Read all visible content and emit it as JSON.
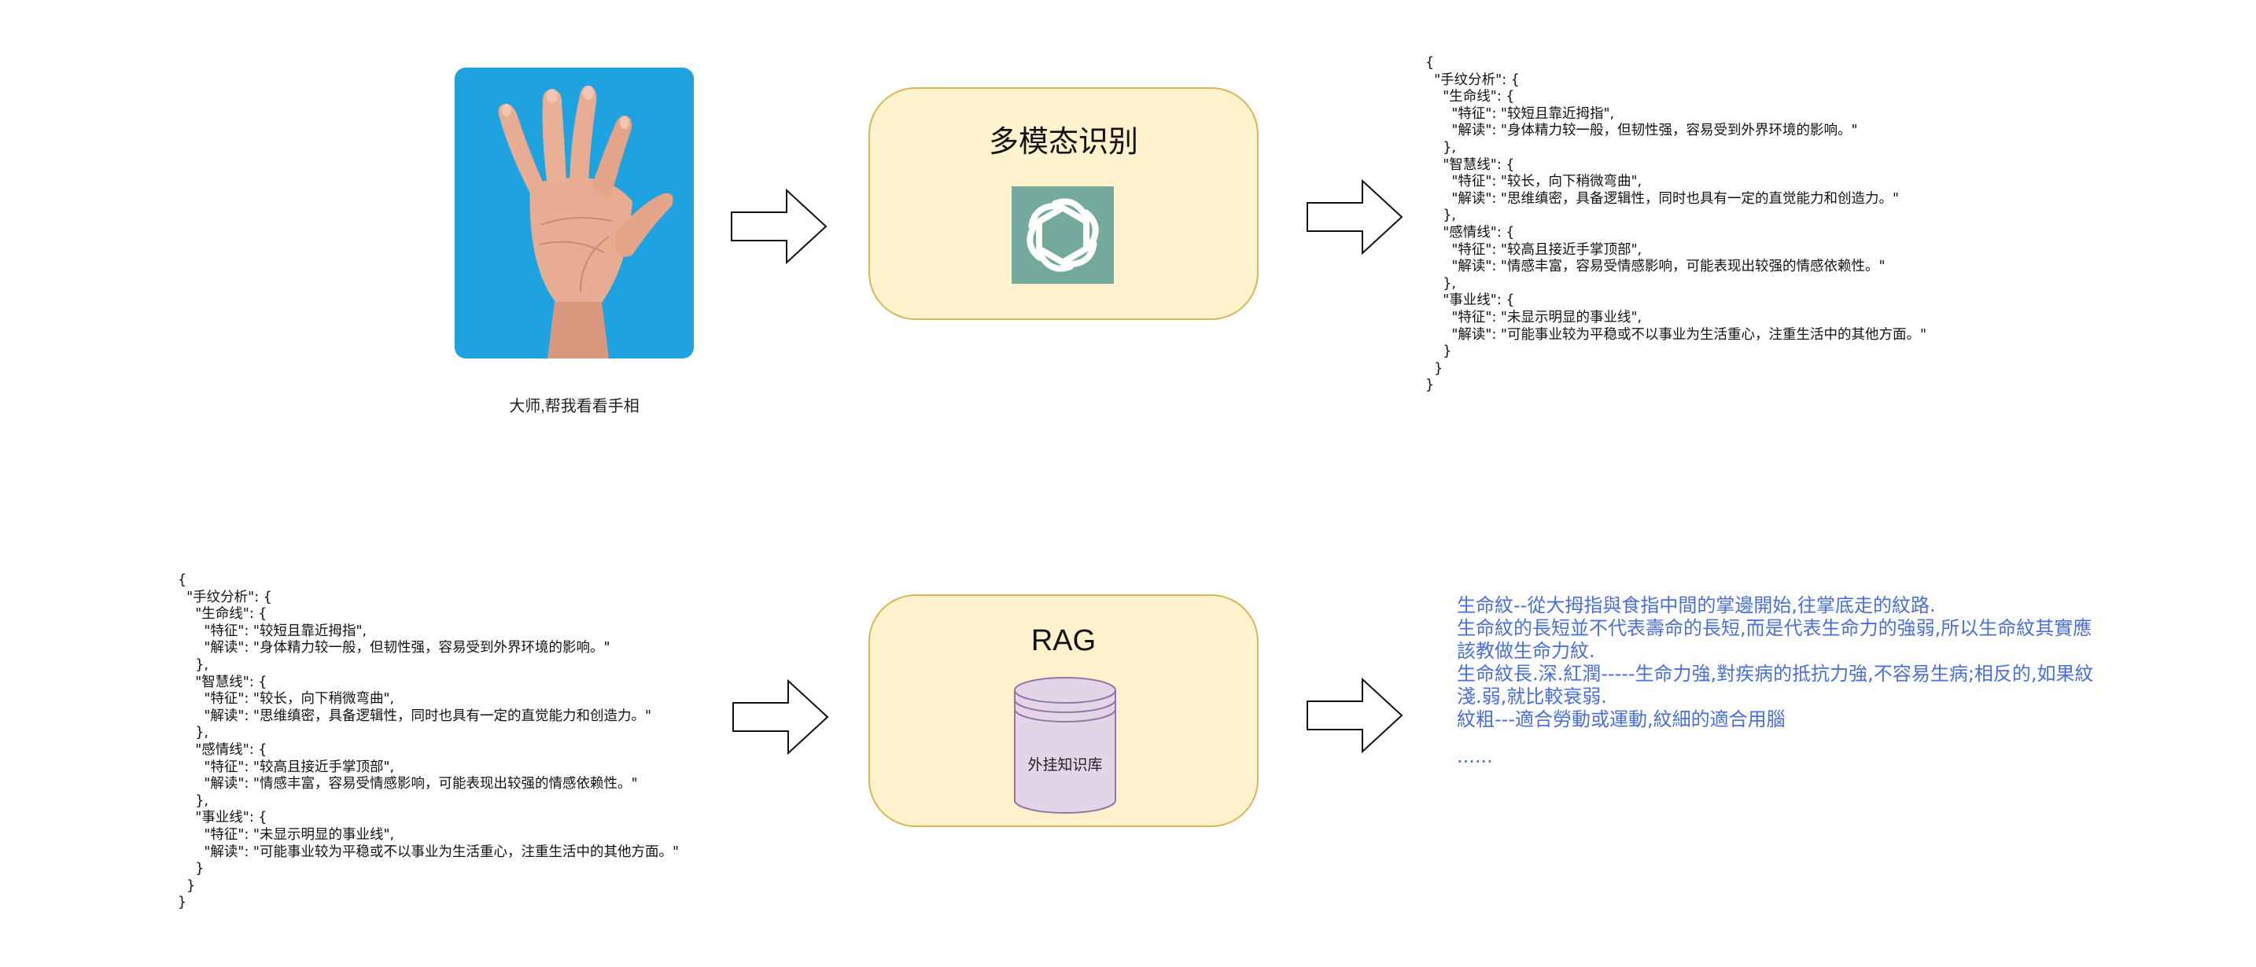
{
  "top_row": {
    "image_caption": "大师,帮我看看手相",
    "box_title": "多模态识别",
    "json_output": "{\n  \"手纹分析\": {\n    \"生命线\": {\n      \"特征\": \"较短且靠近拇指\",\n      \"解读\": \"身体精力较一般，但韧性强，容易受到外界环境的影响。\"\n    },\n    \"智慧线\": {\n      \"特征\": \"较长，向下稍微弯曲\",\n      \"解读\": \"思维缜密，具备逻辑性，同时也具有一定的直觉能力和创造力。\"\n    },\n    \"感情线\": {\n      \"特征\": \"较高且接近手掌顶部\",\n      \"解读\": \"情感丰富，容易受情感影响，可能表现出较强的情感依赖性。\"\n    },\n    \"事业线\": {\n      \"特征\": \"未显示明显的事业线\",\n      \"解读\": \"可能事业较为平稳或不以事业为生活重心，注重生活中的其他方面。\"\n    }\n  }\n}"
  },
  "bottom_row": {
    "json_input": "{\n  \"手纹分析\": {\n    \"生命线\": {\n      \"特征\": \"较短且靠近拇指\",\n      \"解读\": \"身体精力较一般，但韧性强，容易受到外界环境的影响。\"\n    },\n    \"智慧线\": {\n      \"特征\": \"较长，向下稍微弯曲\",\n      \"解读\": \"思维缜密，具备逻辑性，同时也具有一定的直觉能力和创造力。\"\n    },\n    \"感情线\": {\n      \"特征\": \"较高且接近手掌顶部\",\n      \"解读\": \"情感丰富，容易受情感影响，可能表现出较强的情感依赖性。\"\n    },\n    \"事业线\": {\n      \"特征\": \"未显示明显的事业线\",\n      \"解读\": \"可能事业较为平稳或不以事业为生活重心，注重生活中的其他方面。\"\n    }\n  }\n}",
    "box_title": "RAG",
    "database_label": "外挂知识库",
    "rag_result_lines": [
      "生命紋--從大拇指與食指中間的掌邊開始,往掌底走的紋路.",
      "生命紋的長短並不代表壽命的長短,而是代表生命力的強弱,所以生命紋其實應該教做生命力紋.",
      "生命紋長.深.紅潤-----生命力強,對疾病的抵抗力強,不容易生病;相反的,如果紋淺.弱,就比較衰弱.",
      "紋粗---適合勞動或運動,紋細的適合用腦"
    ],
    "rag_result_ellipsis": "......"
  },
  "colors": {
    "box_fill": "#fff2cc",
    "box_border": "#d6b656",
    "db_fill": "#e1d5e7",
    "db_border": "#9673a6",
    "openai_logo_bg": "#74aa9c",
    "photo_bg": "#1ea2e0",
    "rag_text": "#4a6fd6"
  },
  "icons": [
    "hand-photo",
    "arrow-right-icon",
    "openai-logo-icon",
    "database-icon"
  ]
}
